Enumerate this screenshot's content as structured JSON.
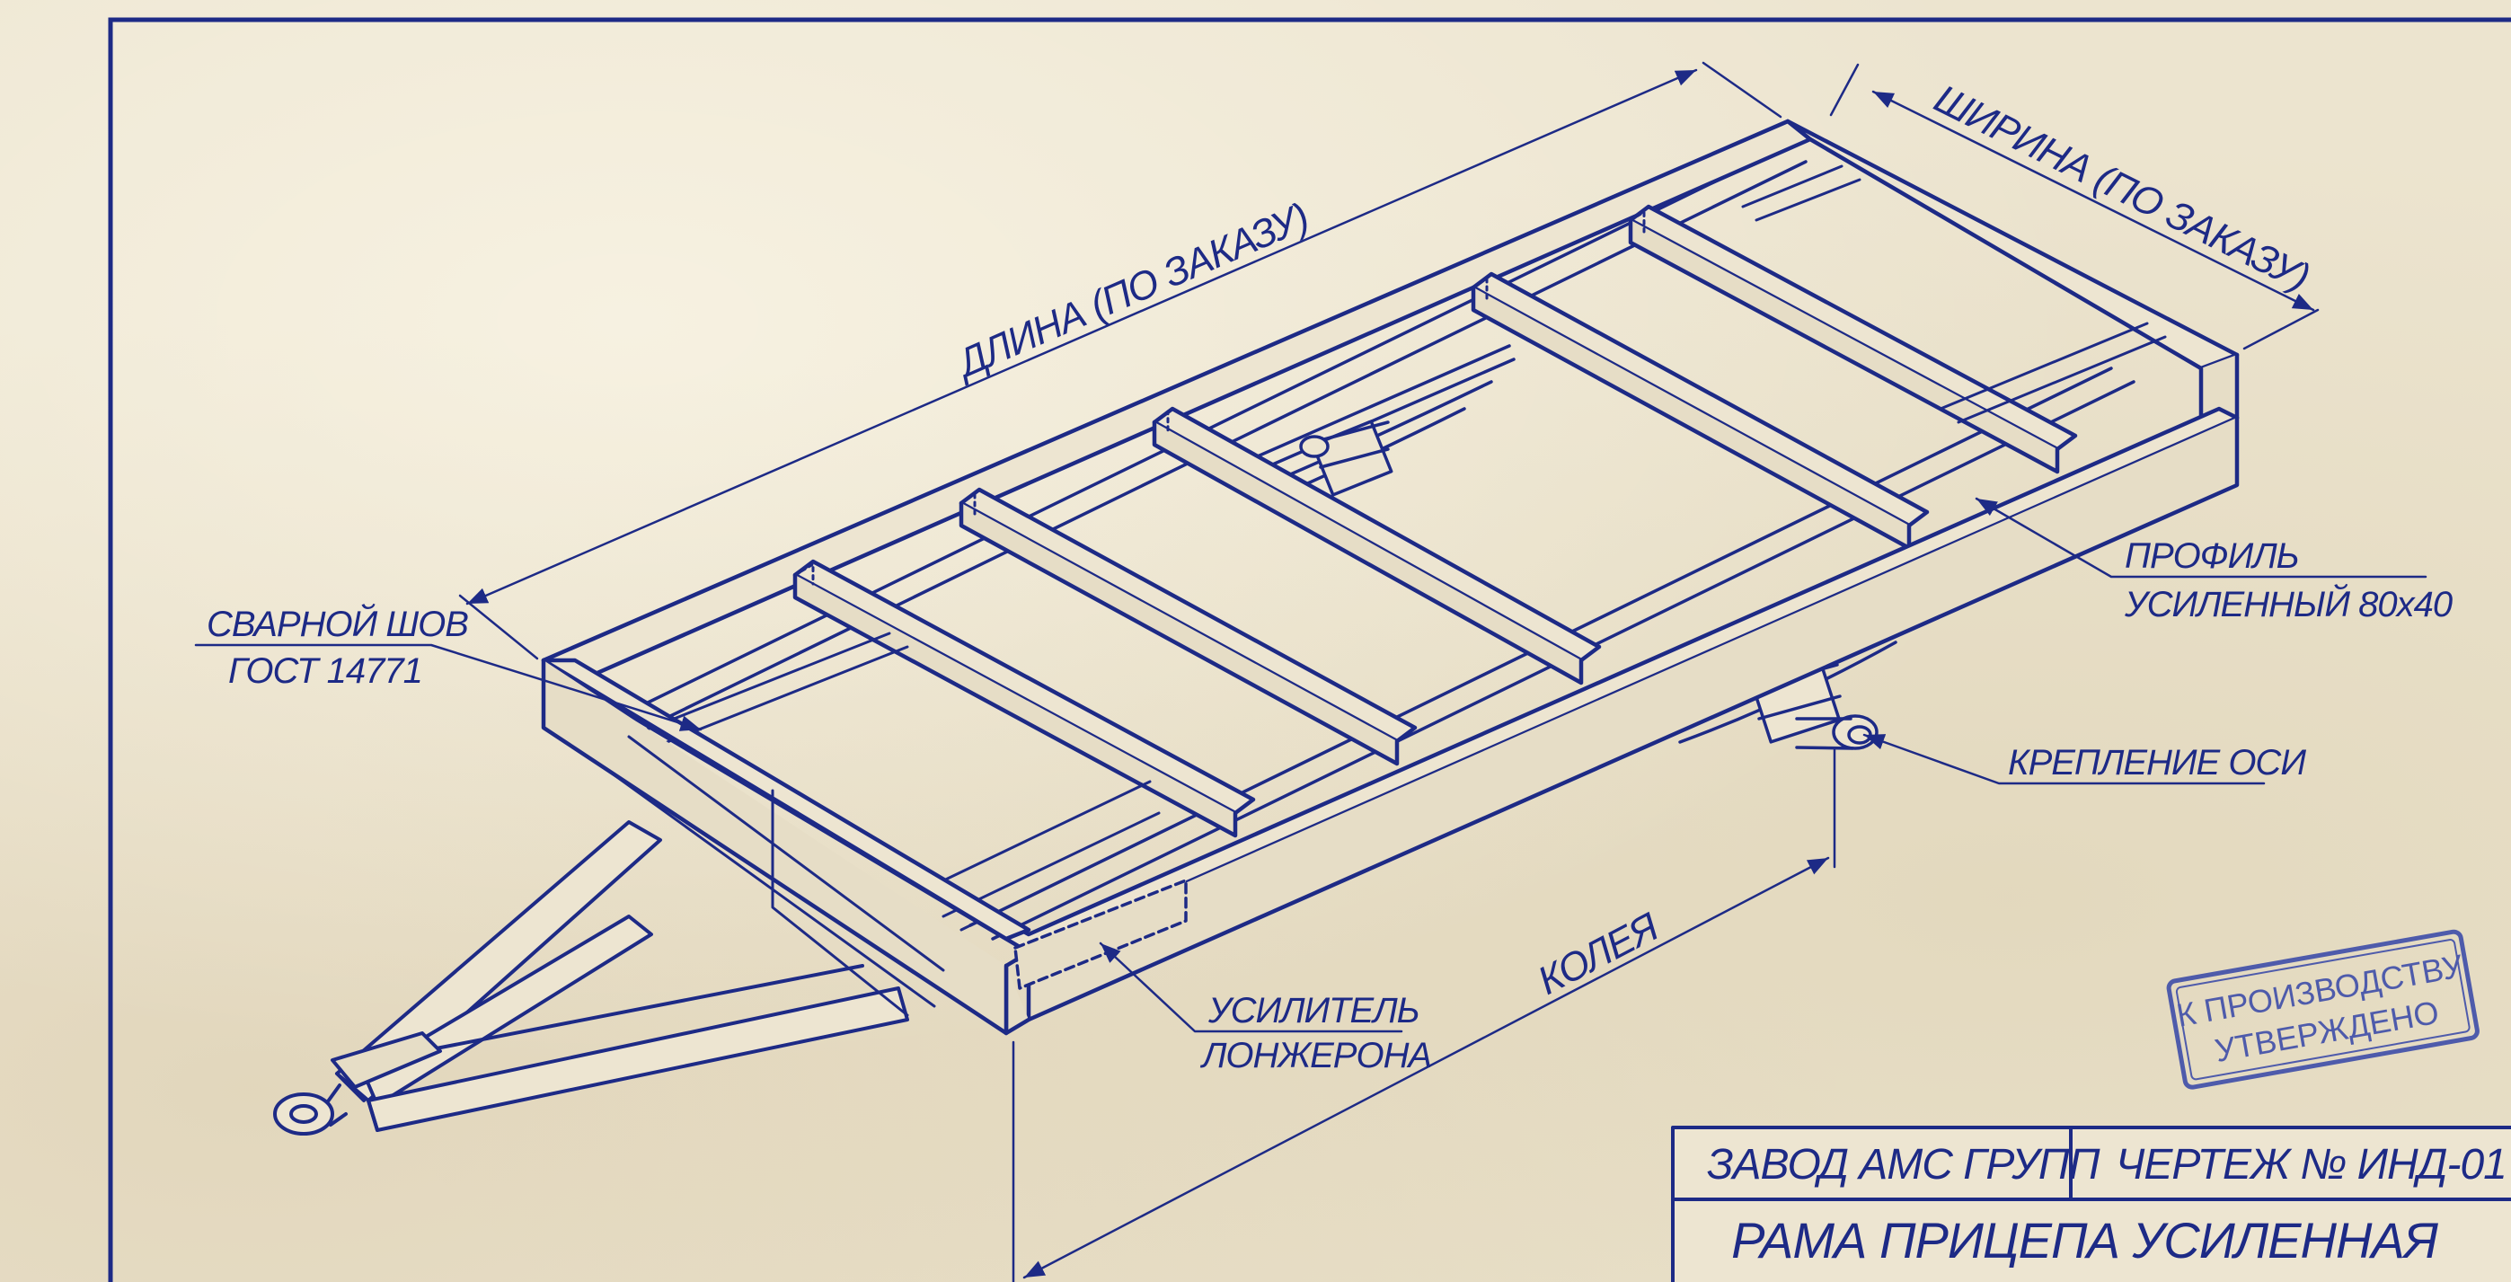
{
  "dimensions": {
    "length": "ДЛИНА (ПО ЗАКАЗУ)",
    "width": "ШИРИНА (ПО ЗАКАЗУ)",
    "track": "КОЛЕЯ"
  },
  "callouts": {
    "weld_line1": "СВАРНОЙ ШОВ",
    "weld_line2": "ГОСТ 14771",
    "profile_line1": "ПРОФИЛЬ",
    "profile_line2": "УСИЛЕННЫЙ 80х40",
    "axle_mount": "КРЕПЛЕНИЕ ОСИ",
    "reinforcer_line1": "УСИЛИТЕЛЬ",
    "reinforcer_line2": "ЛОНЖЕРОНА"
  },
  "stamp": {
    "line1": "К ПРОИЗВОДСТВУ",
    "line2": "УТВЕРЖДЕНО"
  },
  "title_block": {
    "company": "ЗАВОД АМС ГРУПП",
    "drawing_number": "ЧЕРТЕЖ № ИНД-01",
    "title": "РАМА ПРИЦЕПА УСИЛЕННАЯ"
  },
  "colors": {
    "ink": "#1d2a86",
    "paper": "#ece4cf",
    "stamp": "#3a4aa8"
  }
}
